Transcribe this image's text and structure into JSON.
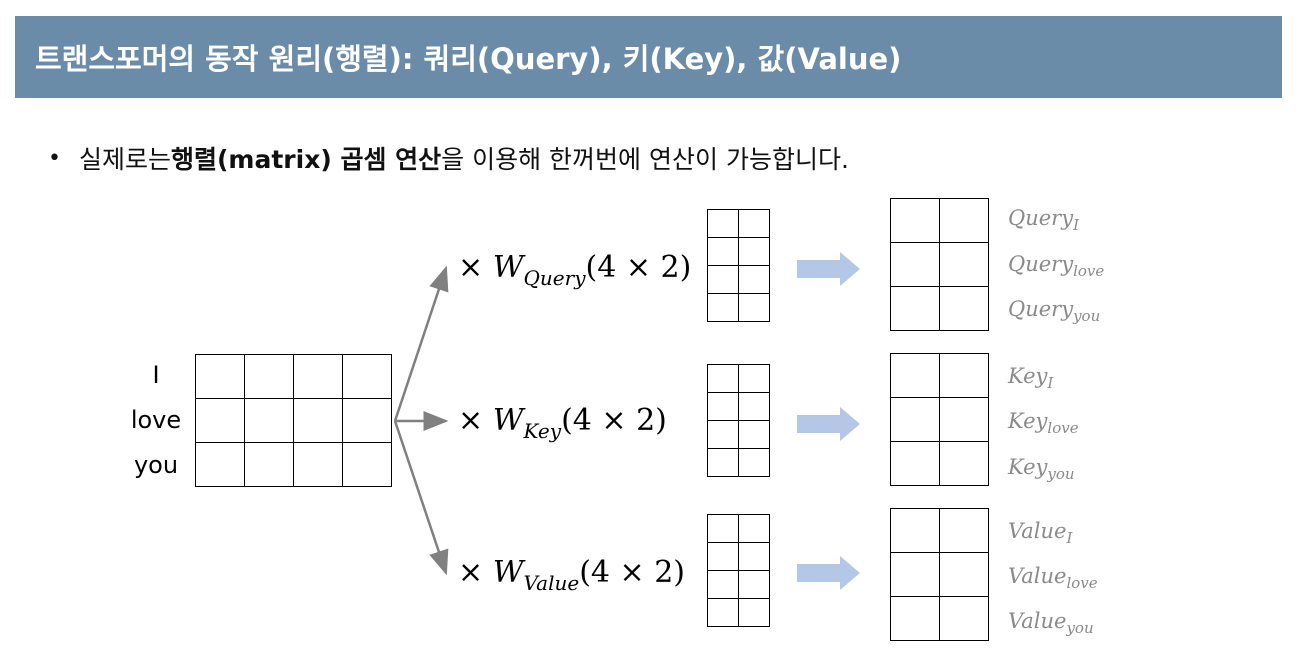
{
  "header": {
    "title": "트랜스포머의 동작 원리(행렬): 쿼리(Query), 키(Key), 값(Value)"
  },
  "bullet": {
    "dot": "•",
    "pre": "실제로는 ",
    "bold1": "행렬(matrix) 곱셈 연산",
    "post": "을 이용해 한꺼번에 연산이 가능합니다."
  },
  "input": {
    "rows": [
      "I",
      "love",
      "you"
    ]
  },
  "formulas": {
    "times": "×",
    "w": "W",
    "dims": "(4 × 2)",
    "query_sub": "Query",
    "key_sub": "Key",
    "value_sub": "Value"
  },
  "outputs": {
    "query": {
      "base": "Query",
      "subs": [
        "I",
        "love",
        "you"
      ]
    },
    "key": {
      "base": "Key",
      "subs": [
        "I",
        "love",
        "you"
      ]
    },
    "value": {
      "base": "Value",
      "subs": [
        "I",
        "love",
        "you"
      ]
    }
  },
  "colors": {
    "header_bg": "#6b8ca8",
    "arrow_fill": "#b4c7e7",
    "label_gray": "#8a8a8a"
  }
}
